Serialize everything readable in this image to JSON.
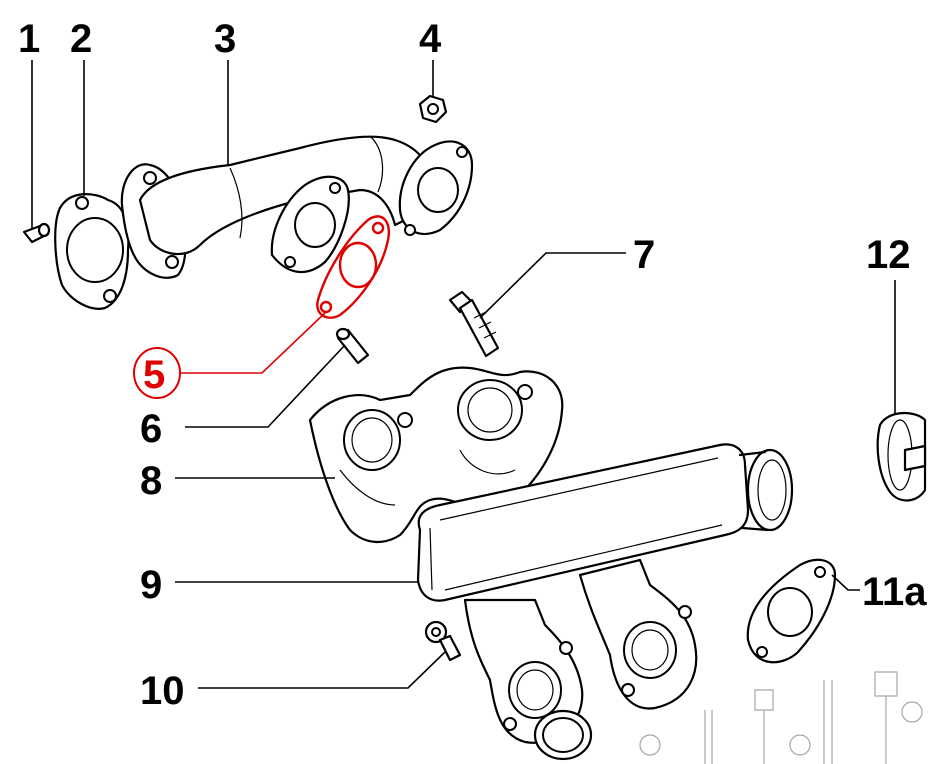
{
  "callouts": [
    {
      "id": "1",
      "label": "1"
    },
    {
      "id": "2",
      "label": "2"
    },
    {
      "id": "3",
      "label": "3"
    },
    {
      "id": "4",
      "label": "4"
    },
    {
      "id": "5",
      "label": "5",
      "highlighted": true
    },
    {
      "id": "6",
      "label": "6"
    },
    {
      "id": "7",
      "label": "7"
    },
    {
      "id": "8",
      "label": "8"
    },
    {
      "id": "9",
      "label": "9"
    },
    {
      "id": "10",
      "label": "10"
    },
    {
      "id": "11a",
      "label": "11a"
    },
    {
      "id": "12",
      "label": "12"
    }
  ],
  "colors": {
    "highlight": "#e00000",
    "line": "#000000",
    "background": "#ffffff"
  }
}
